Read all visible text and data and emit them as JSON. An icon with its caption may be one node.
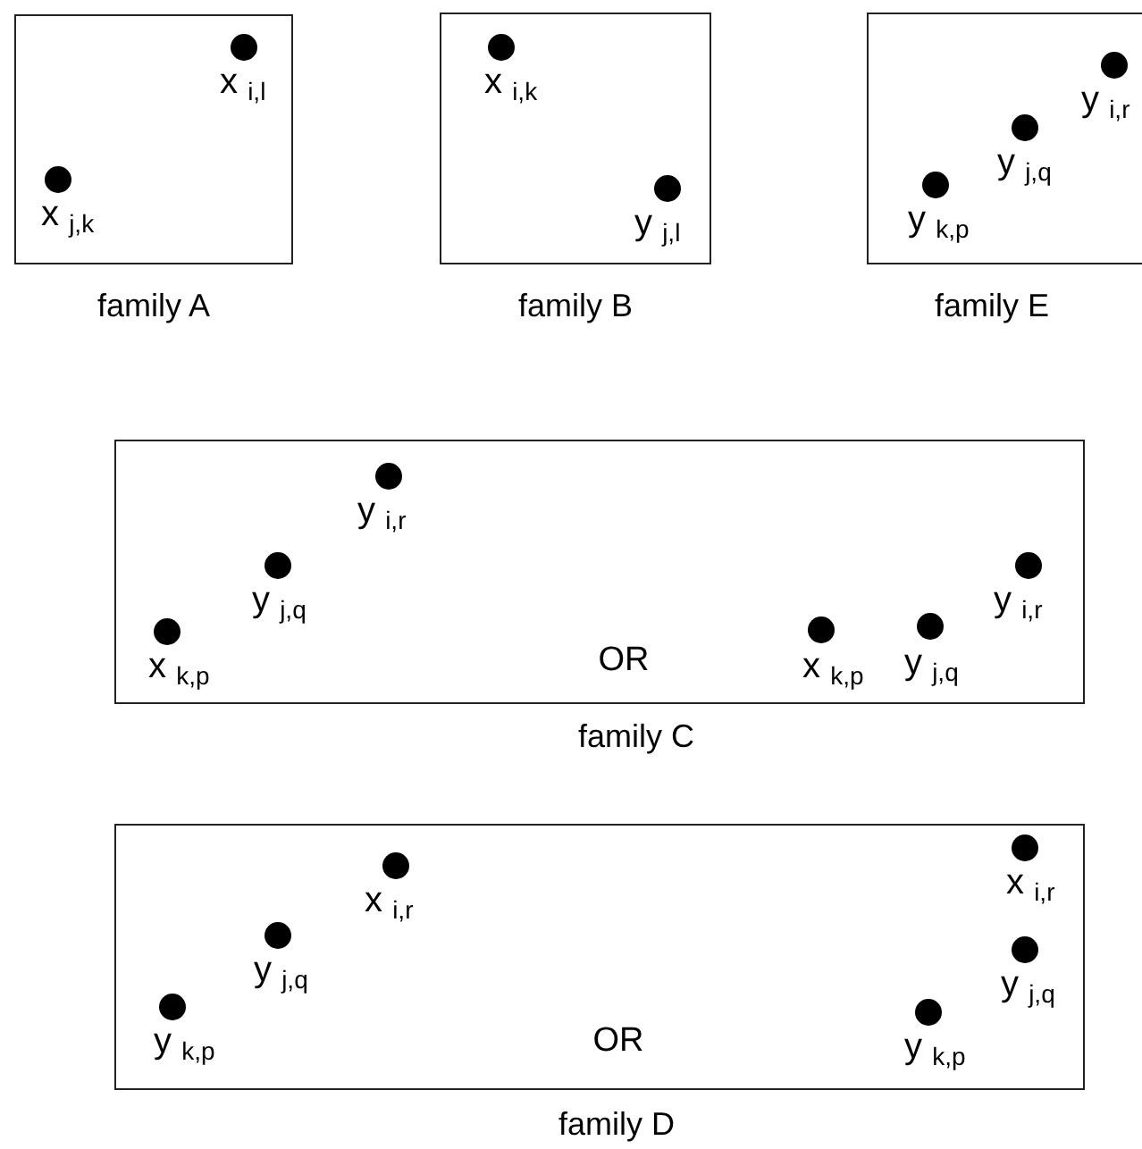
{
  "diagram": {
    "nodes": [
      {
        "text": [],
        "shape": "box",
        "beside": [
          "family A"
        ]
      },
      {
        "text": [
          "x $_{i,l}$"
        ],
        "in": 0
      },
      {
        "text": [
          "x $_{j,k}$"
        ],
        "in": 0
      },
      {
        "text": [],
        "shape": "box",
        "beside": [
          "family B"
        ]
      },
      {
        "text": [
          "x $_{i,k}$"
        ],
        "in": 3
      },
      {
        "text": [
          "y $_{j,l}$"
        ],
        "in": 3
      },
      {
        "text": [],
        "shape": "box",
        "beside": [
          "family E"
        ]
      },
      {
        "text": [
          "y $_{i,r}$"
        ],
        "in": 6
      },
      {
        "text": [
          "y $_{j,q}$"
        ],
        "in": 6
      },
      {
        "text": [
          "y $_{k,p}$"
        ],
        "in": 6
      },
      {
        "text": [],
        "shape": "box",
        "beside": [
          "family C"
        ]
      },
      {
        "text": [
          "y $_{i,r}$"
        ],
        "in": 10
      },
      {
        "text": [
          "y $_{j,q}$"
        ],
        "in": 10
      },
      {
        "text": [
          "x $_{k,p}$"
        ],
        "in": 10
      },
      {
        "text": [
          "y $_{i,r}$"
        ],
        "in": 10
      },
      {
        "text": [
          "x $_{k,p}$"
        ],
        "in": 10
      },
      {
        "text": [
          "y $_{j,q}$"
        ],
        "in": 10
      },
      {
        "text": [],
        "shape": "box",
        "beside": [
          "family D"
        ]
      },
      {
        "text": [
          "x $_{i,r}$"
        ],
        "in": 17
      },
      {
        "text": [
          "y $_{j,q}$"
        ],
        "in": 17
      },
      {
        "text": [
          "y $_{k,p}$"
        ],
        "in": 17
      },
      {
        "text": [
          "x $_{i,r}$"
        ],
        "in": 17
      },
      {
        "text": [
          "y $_{j,q}$"
        ],
        "in": 17
      },
      {
        "text": [
          "y $_{k,p}$"
        ],
        "in": 17
      }
    ],
    "labels": [
      "OR",
      "OR"
    ]
  }
}
